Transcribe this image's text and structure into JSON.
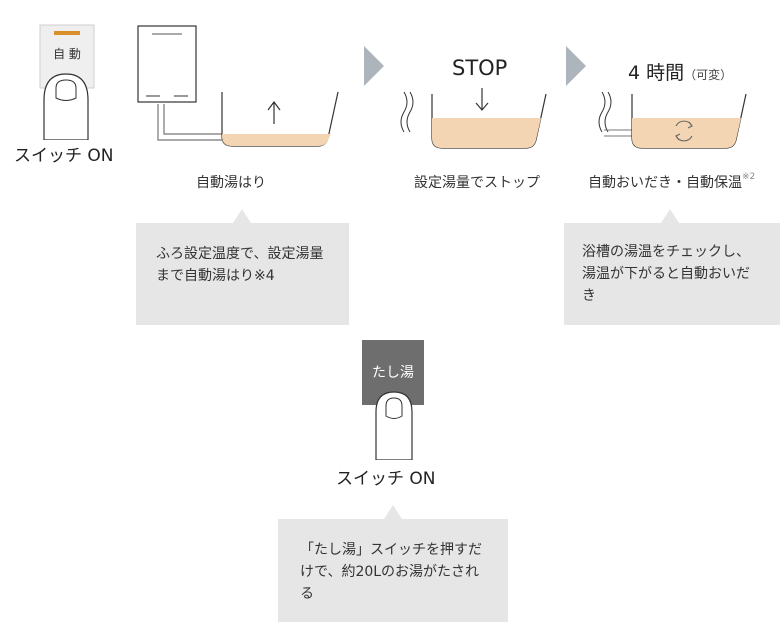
{
  "switch_auto": {
    "label": "自 動",
    "caption": "スイッチ ON",
    "indicator_color": "#d9902a"
  },
  "step1": {
    "caption": "自動湯はり",
    "note": "ふろ設定温度で、設定湯量まで自動湯はり※4"
  },
  "step2": {
    "heading": "STOP",
    "caption": "設定湯量でストップ"
  },
  "step3": {
    "heading_main": "4 時間",
    "heading_sub": "（可変）",
    "caption": "自動おいだき・自動保温",
    "caption_sup": "※2",
    "note": "浴槽の湯温をチェックし、湯温が下がると自動おいだき"
  },
  "switch_add": {
    "label": "たし湯",
    "caption": "スイッチ ON",
    "note": "「たし湯」スイッチを押すだけで、約20Lのお湯がたされる"
  },
  "colors": {
    "water": "#f4d5b3",
    "water_light": "#fbe8d4",
    "arrow_gray": "#aeb4bb",
    "note_bg": "#e6e6e6",
    "button_dark": "#6e6e6e"
  }
}
